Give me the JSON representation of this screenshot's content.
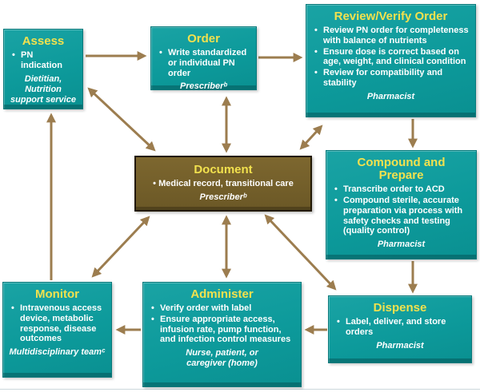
{
  "boxes": {
    "assess": {
      "title": "Assess",
      "bullets": [
        "PN indication"
      ],
      "role": "Dietitian, Nutrition support service"
    },
    "order": {
      "title": "Order",
      "bullets": [
        "Write standardized or individual PN order"
      ],
      "role": "Prescriberᵇ"
    },
    "review": {
      "title": "Review/Verify Order",
      "bullets": [
        "Review PN order for completeness with balance of nutrients",
        "Ensure dose is correct based on age, weight, and clinical condition",
        "Review for compatibility and stability"
      ],
      "role": "Pharmacist"
    },
    "document": {
      "title": "Document",
      "bullets": [
        "Medical record, transitional care"
      ],
      "role": "Prescriberᵇ"
    },
    "compound": {
      "title": "Compound and Prepare",
      "bullets": [
        "Transcribe order to ACD",
        "Compound sterile, accurate preparation via process with safety checks and testing (quality control)"
      ],
      "role": "Pharmacist"
    },
    "dispense": {
      "title": "Dispense",
      "bullets": [
        "Label, deliver, and store orders"
      ],
      "role": "Pharmacist"
    },
    "administer": {
      "title": "Administer",
      "bullets": [
        "Verify order with label",
        "Ensure appropriate access, infusion rate, pump function, and infection control measures"
      ],
      "role": "Nurse, patient, or caregiver (home)"
    },
    "monitor": {
      "title": "Monitor",
      "bullets": [
        "Intravenous access device, metabolic response, disease outcomes"
      ],
      "role": "Multidisciplinary teamᶜ"
    }
  },
  "colors": {
    "box_teal": "#0d9a9b",
    "box_teal_dark_edge": "#056e70",
    "document_brown": "#6d5a28",
    "document_border": "#241a05",
    "arrow_brown": "#9c7d4f",
    "title_yellow": "#f2e14e",
    "body_text": "#ffffff",
    "background": "#ffffff",
    "bottom_rule": "#ccd8dc"
  }
}
